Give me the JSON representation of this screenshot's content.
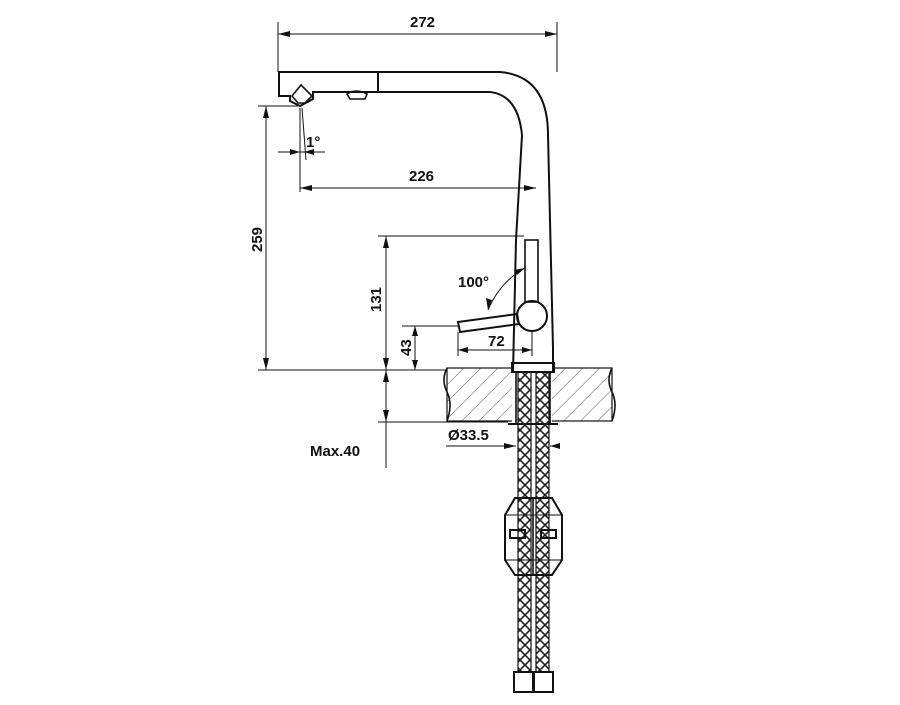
{
  "dimensions": {
    "overall_width": "272",
    "spout_reach": "226",
    "overall_height": "259",
    "spout_tilt": "1°",
    "lever_height": "131",
    "lever_angle": "100°",
    "lever_base_height": "43",
    "lever_length": "72",
    "pipe_diameter": "Ø33.5",
    "max_counter_thickness": "Max.40"
  },
  "colors": {
    "line": "#111111",
    "counter_hatch": "#444444",
    "hose_braid": "#222222"
  }
}
